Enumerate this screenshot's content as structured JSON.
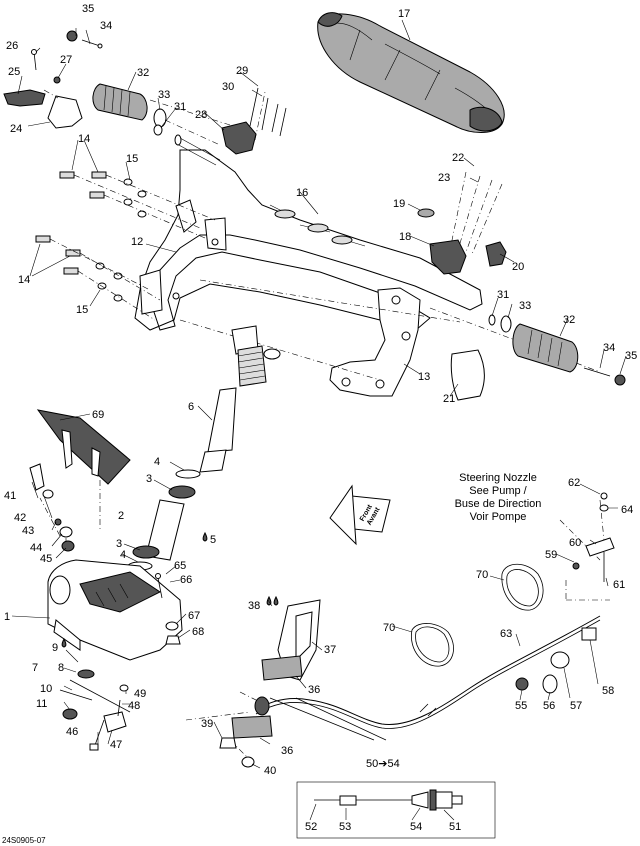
{
  "diagram": {
    "reference_code": "24S0905-07",
    "note_steering_nozzle": [
      "Steering Nozzle",
      "See Pump /",
      "Buse de Direction",
      "Voir Pompe"
    ],
    "front_arrow": [
      "Front",
      "Avant"
    ],
    "range_label": "50➔54",
    "callouts": [
      {
        "id": "35a",
        "text": "35"
      },
      {
        "id": "34a",
        "text": "34"
      },
      {
        "id": "26",
        "text": "26"
      },
      {
        "id": "27",
        "text": "27"
      },
      {
        "id": "25",
        "text": "25"
      },
      {
        "id": "32a",
        "text": "32"
      },
      {
        "id": "24",
        "text": "24"
      },
      {
        "id": "33a",
        "text": "33"
      },
      {
        "id": "31a",
        "text": "31"
      },
      {
        "id": "29",
        "text": "29"
      },
      {
        "id": "30",
        "text": "30"
      },
      {
        "id": "28",
        "text": "28"
      },
      {
        "id": "17",
        "text": "17"
      },
      {
        "id": "14a",
        "text": "14"
      },
      {
        "id": "15a",
        "text": "15"
      },
      {
        "id": "16",
        "text": "16"
      },
      {
        "id": "22",
        "text": "22"
      },
      {
        "id": "23",
        "text": "23"
      },
      {
        "id": "19",
        "text": "19"
      },
      {
        "id": "18",
        "text": "18"
      },
      {
        "id": "20",
        "text": "20"
      },
      {
        "id": "12",
        "text": "12"
      },
      {
        "id": "14b",
        "text": "14"
      },
      {
        "id": "15b",
        "text": "15"
      },
      {
        "id": "31b",
        "text": "31"
      },
      {
        "id": "33b",
        "text": "33"
      },
      {
        "id": "32b",
        "text": "32"
      },
      {
        "id": "34b",
        "text": "34"
      },
      {
        "id": "35b",
        "text": "35"
      },
      {
        "id": "13",
        "text": "13"
      },
      {
        "id": "21",
        "text": "21"
      },
      {
        "id": "6",
        "text": "6"
      },
      {
        "id": "69",
        "text": "69"
      },
      {
        "id": "4a",
        "text": "4"
      },
      {
        "id": "3a",
        "text": "3"
      },
      {
        "id": "41",
        "text": "41"
      },
      {
        "id": "2",
        "text": "2"
      },
      {
        "id": "42",
        "text": "42"
      },
      {
        "id": "43",
        "text": "43"
      },
      {
        "id": "5",
        "text": "5"
      },
      {
        "id": "3b",
        "text": "3"
      },
      {
        "id": "44",
        "text": "44"
      },
      {
        "id": "45",
        "text": "45"
      },
      {
        "id": "4b",
        "text": "4"
      },
      {
        "id": "65",
        "text": "65"
      },
      {
        "id": "66",
        "text": "66"
      },
      {
        "id": "1",
        "text": "1"
      },
      {
        "id": "67",
        "text": "67"
      },
      {
        "id": "68",
        "text": "68"
      },
      {
        "id": "62",
        "text": "62"
      },
      {
        "id": "64",
        "text": "64"
      },
      {
        "id": "60",
        "text": "60"
      },
      {
        "id": "59",
        "text": "59"
      },
      {
        "id": "61",
        "text": "61"
      },
      {
        "id": "70a",
        "text": "70"
      },
      {
        "id": "38",
        "text": "38"
      },
      {
        "id": "70b",
        "text": "70"
      },
      {
        "id": "37",
        "text": "37"
      },
      {
        "id": "9",
        "text": "9"
      },
      {
        "id": "63",
        "text": "63"
      },
      {
        "id": "8",
        "text": "8"
      },
      {
        "id": "7",
        "text": "7"
      },
      {
        "id": "36a",
        "text": "36"
      },
      {
        "id": "58",
        "text": "58"
      },
      {
        "id": "10",
        "text": "10"
      },
      {
        "id": "49",
        "text": "49"
      },
      {
        "id": "11",
        "text": "11"
      },
      {
        "id": "48",
        "text": "48"
      },
      {
        "id": "55",
        "text": "55"
      },
      {
        "id": "56",
        "text": "56"
      },
      {
        "id": "57",
        "text": "57"
      },
      {
        "id": "39",
        "text": "39"
      },
      {
        "id": "46",
        "text": "46"
      },
      {
        "id": "47",
        "text": "47"
      },
      {
        "id": "36b",
        "text": "36"
      },
      {
        "id": "40",
        "text": "40"
      },
      {
        "id": "52",
        "text": "52"
      },
      {
        "id": "53",
        "text": "53"
      },
      {
        "id": "54",
        "text": "54"
      },
      {
        "id": "51",
        "text": "51"
      }
    ]
  }
}
